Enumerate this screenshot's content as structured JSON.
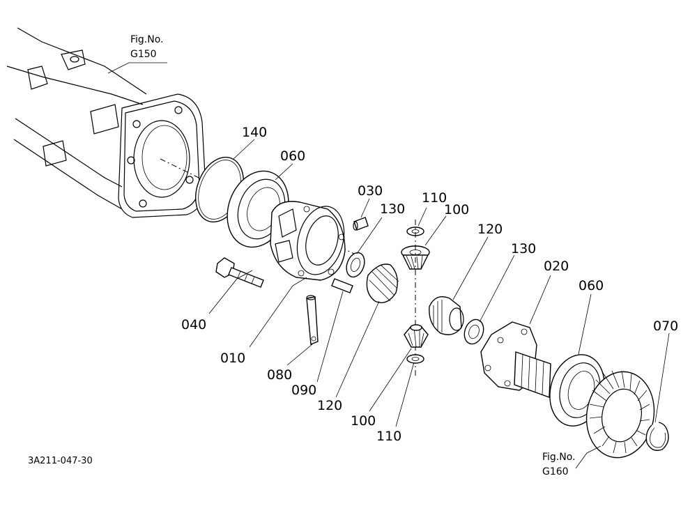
{
  "diagram": {
    "part_labels": {
      "p140": "140",
      "p060a": "060",
      "p030": "030",
      "p130a": "130",
      "p110a": "110",
      "p100a": "100",
      "p120a": "120",
      "p130b": "130",
      "p020": "020",
      "p060b": "060",
      "p070": "070",
      "p040": "040",
      "p010": "010",
      "p080": "080",
      "p090": "090",
      "p120b": "120",
      "p100b": "100",
      "p110b": "110"
    },
    "fig_refs": {
      "g150_line1": "Fig.No.",
      "g150_line2": "G150",
      "g160_line1": "Fig.No.",
      "g160_line2": "G160"
    },
    "drawing_code": "3A211-047-30"
  }
}
